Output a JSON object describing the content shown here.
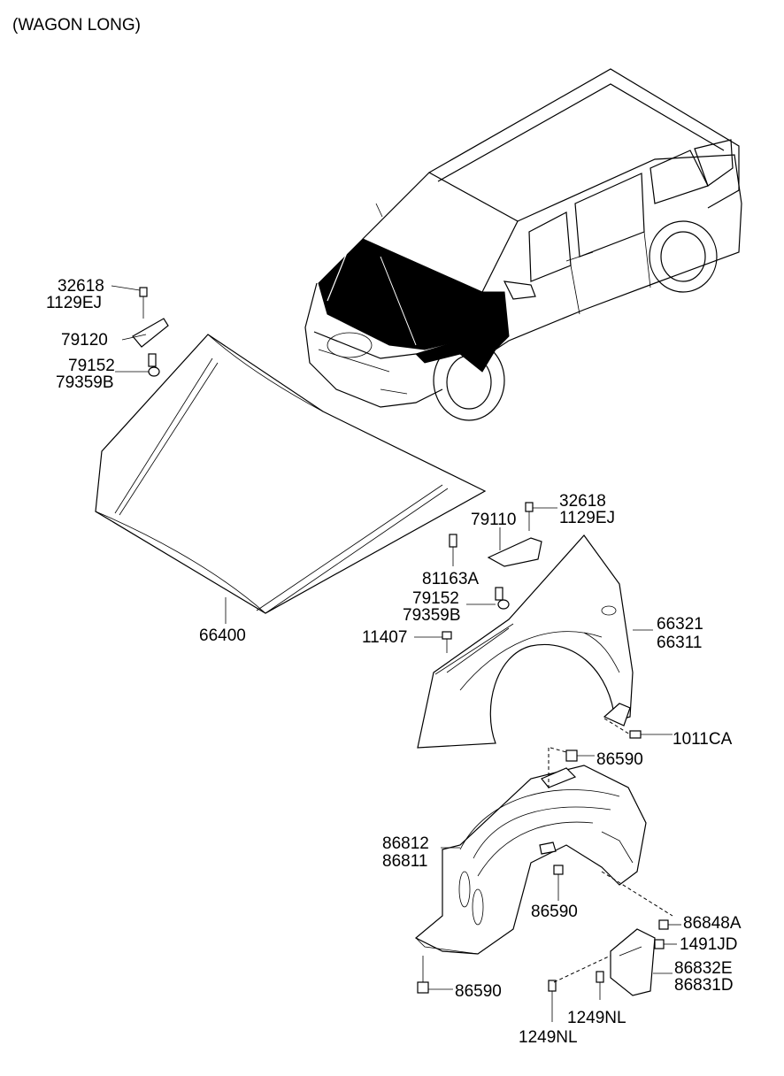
{
  "caption": "(WAGON LONG)",
  "labels": {
    "l32618a": "32618",
    "l1129eja": "1129EJ",
    "l79120": "79120",
    "l79152a": "79152",
    "l79359ba": "79359B",
    "l66400": "66400",
    "l32618b": "32618",
    "l1129ejb": "1129EJ",
    "l79110": "79110",
    "l81163a": "81163A",
    "l79152b": "79152",
    "l79359bb": "79359B",
    "l11407": "11407",
    "l66321": "66321",
    "l66311": "66311",
    "l1011ca": "1011CA",
    "l86590a": "86590",
    "l86812": "86812",
    "l86811": "86811",
    "l86590b": "86590",
    "l86848a": "86848A",
    "l1491jd": "1491JD",
    "l86832e": "86832E",
    "l86831d": "86831D",
    "l86590c": "86590",
    "l1249nla": "1249NL",
    "l1249nlb": "1249NL"
  }
}
